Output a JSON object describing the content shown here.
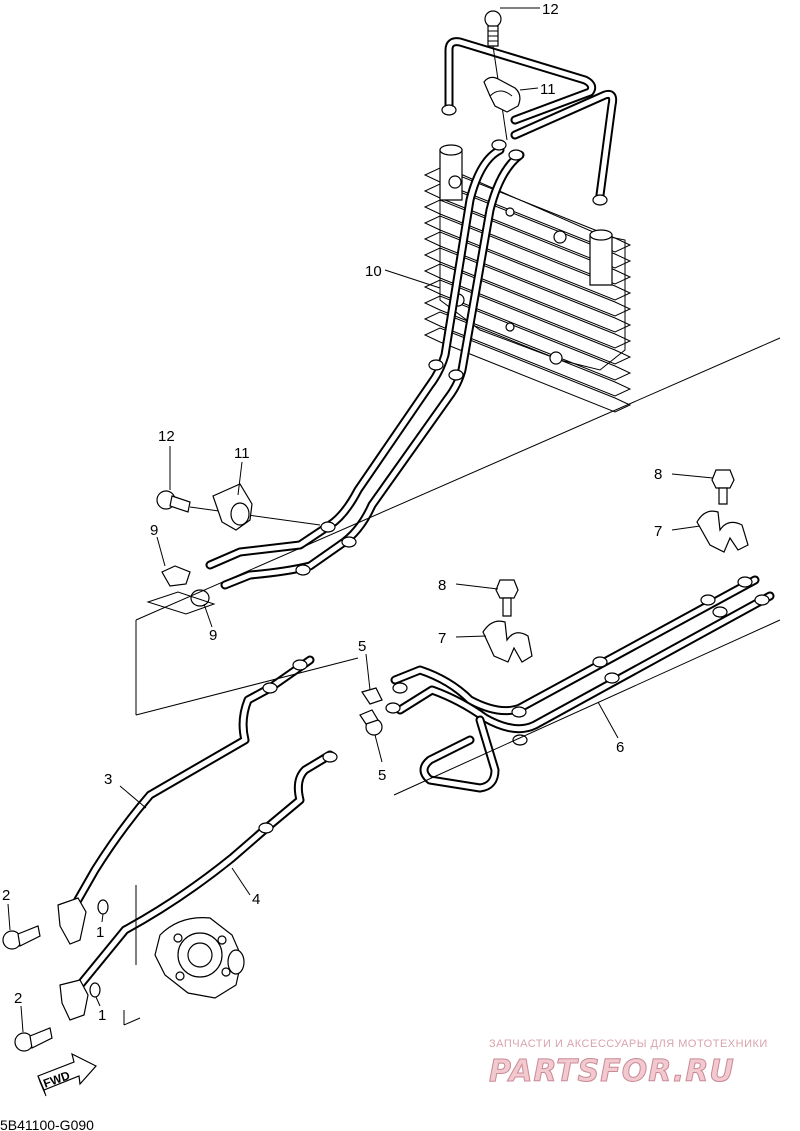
{
  "diagram": {
    "callouts": [
      {
        "id": "c12a",
        "text": "12"
      },
      {
        "id": "c11a",
        "text": "11"
      },
      {
        "id": "c10",
        "text": "10"
      },
      {
        "id": "c12b",
        "text": "12"
      },
      {
        "id": "c11b",
        "text": "11"
      },
      {
        "id": "c9a",
        "text": "9"
      },
      {
        "id": "c9b",
        "text": "9"
      },
      {
        "id": "c8a",
        "text": "8"
      },
      {
        "id": "c7a",
        "text": "7"
      },
      {
        "id": "c8b",
        "text": "8"
      },
      {
        "id": "c7b",
        "text": "7"
      },
      {
        "id": "c5a",
        "text": "5"
      },
      {
        "id": "c5b",
        "text": "5"
      },
      {
        "id": "c6",
        "text": "6"
      },
      {
        "id": "c3",
        "text": "3"
      },
      {
        "id": "c4",
        "text": "4"
      },
      {
        "id": "c2a",
        "text": "2"
      },
      {
        "id": "c1a",
        "text": "1"
      },
      {
        "id": "c2b",
        "text": "2"
      },
      {
        "id": "c1b",
        "text": "1"
      }
    ],
    "fwd_label": "FWD",
    "diagram_code": "5B41100-G090"
  },
  "watermark": {
    "tagline": "ЗАПЧАСТИ И АКСЕССУАРЫ ДЛЯ МОТОТЕХНИКИ",
    "brand": "PARTSFOR.RU",
    "color": "#e8a0ac"
  }
}
